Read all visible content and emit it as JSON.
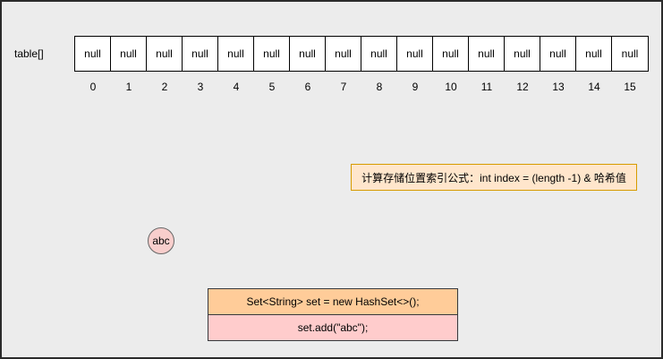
{
  "diagram": {
    "background": "#ececec",
    "frame_border": "#2b2b2b"
  },
  "hash_table": {
    "label": "table[]",
    "cell_fill": "#ffffff",
    "cell_border": "#000000",
    "cells": [
      "null",
      "null",
      "null",
      "null",
      "null",
      "null",
      "null",
      "null",
      "null",
      "null",
      "null",
      "null",
      "null",
      "null",
      "null",
      "null"
    ],
    "indices": [
      "0",
      "1",
      "2",
      "3",
      "4",
      "5",
      "6",
      "7",
      "8",
      "9",
      "10",
      "11",
      "12",
      "13",
      "14",
      "15"
    ]
  },
  "formula_note": {
    "text": "计算存储位置索引公式：int index = (length -1) & 哈希值",
    "fill": "#ffe6cc",
    "border": "#d79b00"
  },
  "element_node": {
    "label": "abc",
    "fill": "#f8cecc",
    "border": "#666666"
  },
  "code_blocks": [
    {
      "text": "Set<String> set = new HashSet<>();",
      "fill": "#ffcc99",
      "border": "#36393d"
    },
    {
      "text": "set.add(\"abc\");",
      "fill": "#ffcccc",
      "border": "#36393d"
    }
  ]
}
